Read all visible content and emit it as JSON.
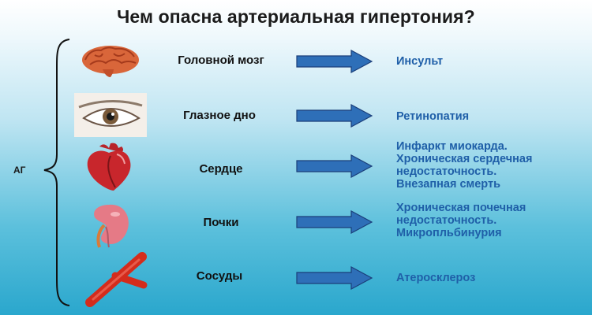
{
  "title": "Чем опасна артериальная гипертония?",
  "group_label": "АГ",
  "rows": [
    {
      "icon": "brain-icon",
      "organ": "Головной мозг",
      "outcome_lines": [
        "Инсульт"
      ]
    },
    {
      "icon": "eye-icon",
      "organ": "Глазное дно",
      "outcome_lines": [
        "Ретинопатия"
      ]
    },
    {
      "icon": "heart-icon",
      "organ": "Сердце",
      "outcome_lines": [
        "Инфаркт миокарда.",
        "Хроническая сердечная",
        "недостаточность.",
        "Внезапная смерть"
      ]
    },
    {
      "icon": "kidney-icon",
      "organ": "Почки",
      "outcome_lines": [
        "Хроническая почечная",
        "недостаточность.",
        "Микропльбинурия"
      ]
    },
    {
      "icon": "vessel-icon",
      "organ": "Сосуды",
      "outcome_lines": [
        "Атеросклероз"
      ]
    }
  ],
  "colors": {
    "arrow": "#2e6fb8",
    "outcome_text": "#1f5fa8"
  }
}
